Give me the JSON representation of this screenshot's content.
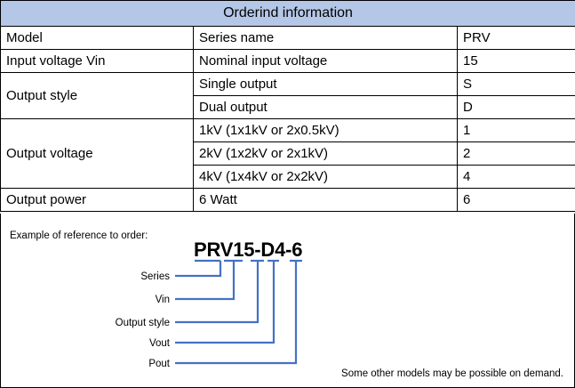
{
  "document": {
    "title": "Orderind information"
  },
  "table": {
    "title": "Orderind information",
    "rows": [
      {
        "parameter": "Model",
        "description": "Series name",
        "code": "PRV"
      },
      {
        "parameter": "Input voltage Vin",
        "description": "Nominal input voltage",
        "code": "15"
      },
      {
        "parameter": "Output style",
        "description": "Single output",
        "code": "S"
      },
      {
        "parameter": "",
        "description": "Dual output",
        "code": "D"
      },
      {
        "parameter": "Output voltage",
        "description": "1kV (1x1kV or 2x0.5kV)",
        "code": "1"
      },
      {
        "parameter": "",
        "description": "2kV (1x2kV or 2x1kV)",
        "code": "2"
      },
      {
        "parameter": "",
        "description": "4kV (1x4kV or 2x2kV)",
        "code": "4"
      },
      {
        "parameter": "Output power",
        "description": "6 Watt",
        "code": "6"
      }
    ]
  },
  "example": {
    "caption": "Example of reference to order:",
    "part_number": "PRV15-D4-6",
    "footnote": "Some other models may be possible on demand.",
    "callouts": [
      {
        "label": "Series"
      },
      {
        "label": "Vin"
      },
      {
        "label": "Output style"
      },
      {
        "label": "Vout"
      },
      {
        "label": "Pout"
      }
    ]
  },
  "colors": {
    "header_fill": "#B4C7E7",
    "leader_line": "#4472C4",
    "border": "#000000",
    "text": "#000000"
  }
}
